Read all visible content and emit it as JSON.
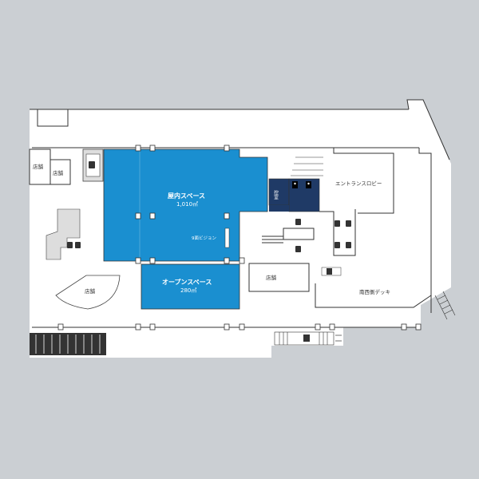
{
  "map": {
    "colors": {
      "background": "#cbcfd3",
      "floor": "#ffffff",
      "indoor": "#1a8fd0",
      "room": "#1f3a66"
    },
    "rooms": {
      "indoor_space": {
        "name": "屋内スペース",
        "area": "1,010㎡"
      },
      "open_space": {
        "name": "オープンスペース",
        "area": "280㎡"
      },
      "vision": "9面ビジョン",
      "waiting_room": "控室",
      "entrance_lobby": "エントランスロビー",
      "southwest_deck": "南西側デッキ",
      "shop_1": "店舗",
      "shop_2": "店舗",
      "shop_3": "店舗",
      "shop_4": "店舗"
    },
    "icons": [
      "elevator-icon",
      "restroom-icon",
      "escalator-icon",
      "arrow-icon"
    ]
  }
}
